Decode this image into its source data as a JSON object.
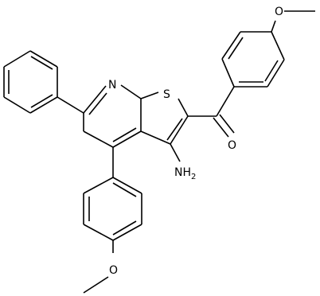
{
  "labels": {
    "n_ring": "N",
    "s_ring": "S",
    "o_carbonyl": "O",
    "o_methoxy_top": "O",
    "o_methoxy_bottom": "O",
    "amino": "NH",
    "amino_sub": "2"
  },
  "colors": {
    "stroke": "#000000",
    "background": "#ffffff"
  }
}
